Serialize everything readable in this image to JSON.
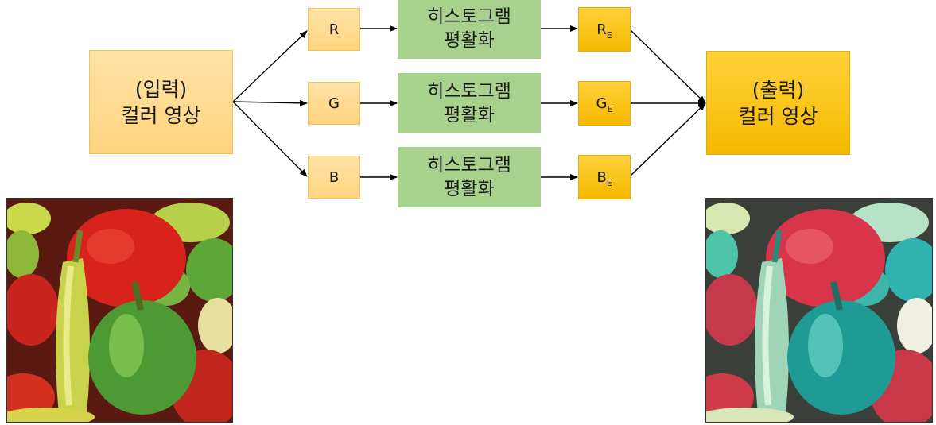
{
  "input": {
    "line1": "(입력)",
    "line2": "컬러 영상"
  },
  "output": {
    "line1": "(출력)",
    "line2": "컬러 영상"
  },
  "channels": [
    {
      "label": "R",
      "eq_line1": "히스토그램",
      "eq_line2": "평활화",
      "result_main": "R",
      "result_sub": "E"
    },
    {
      "label": "G",
      "eq_line1": "히스토그램",
      "eq_line2": "평활화",
      "result_main": "G",
      "result_sub": "E"
    },
    {
      "label": "B",
      "eq_line1": "히스토그램",
      "eq_line2": "평활화",
      "result_main": "B",
      "result_sub": "E"
    }
  ],
  "colors": {
    "input_fill": "#ffd480",
    "output_fill": "#f5b800",
    "equalize_fill": "#a9d18e"
  }
}
